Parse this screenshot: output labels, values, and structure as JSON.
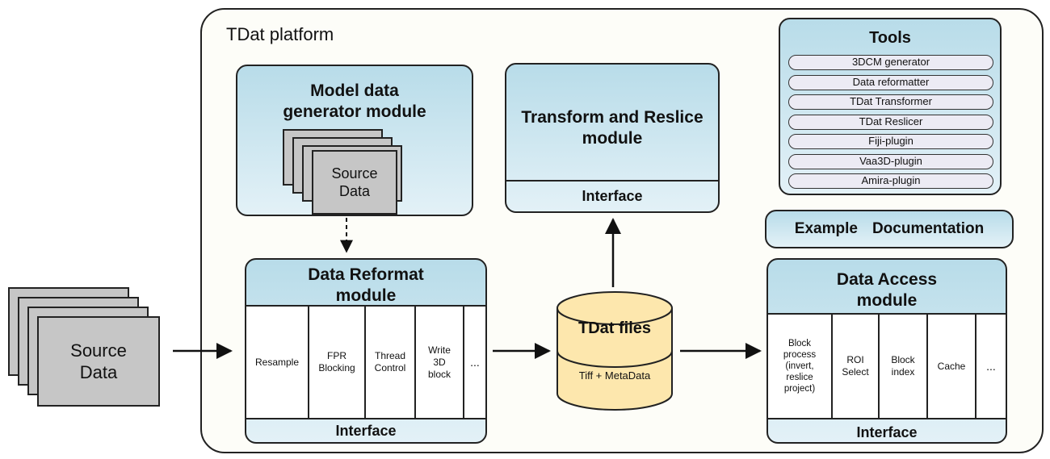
{
  "platform": {
    "title": "TDat platform"
  },
  "source_left": {
    "line1": "Source",
    "line2": "Data"
  },
  "model_module": {
    "title": "Model data\ngenerator module",
    "source": {
      "line1": "Source",
      "line2": "Data"
    }
  },
  "reformat_module": {
    "title": "Data Reformat\nmodule",
    "cells": [
      "Resample",
      "FPR\nBlocking",
      "Thread\nControl",
      "Write\n3D\nblock",
      "..."
    ],
    "interface": "Interface"
  },
  "transform_module": {
    "title": "Transform and Reslice\nmodule",
    "interface": "Interface"
  },
  "tdat_files": {
    "title": "TDat files",
    "subtitle": "Tiff + MetaData"
  },
  "tools": {
    "title": "Tools",
    "items": [
      "3DCM generator",
      "Data reformatter",
      "TDat Transformer",
      "TDat Reslicer",
      "Fiji-plugin",
      "Vaa3D-plugin",
      "Amira-plugin"
    ]
  },
  "example_doc": {
    "example": "Example",
    "documentation": "Documentation"
  },
  "access_module": {
    "title": "Data Access\nmodule",
    "cells": [
      "Block\nprocess\n(invert,\nreslice\nproject)",
      "ROI\nSelect",
      "Block\nindex",
      "Cache",
      "..."
    ],
    "interface": "Interface"
  },
  "colors": {
    "module_fill_top": "#b8dce9",
    "module_fill_bottom": "#e3f1f7",
    "sheet_fill": "#c6c6c6",
    "cylinder_fill": "#fde7ad",
    "platform_fill": "#fdfdf8"
  }
}
